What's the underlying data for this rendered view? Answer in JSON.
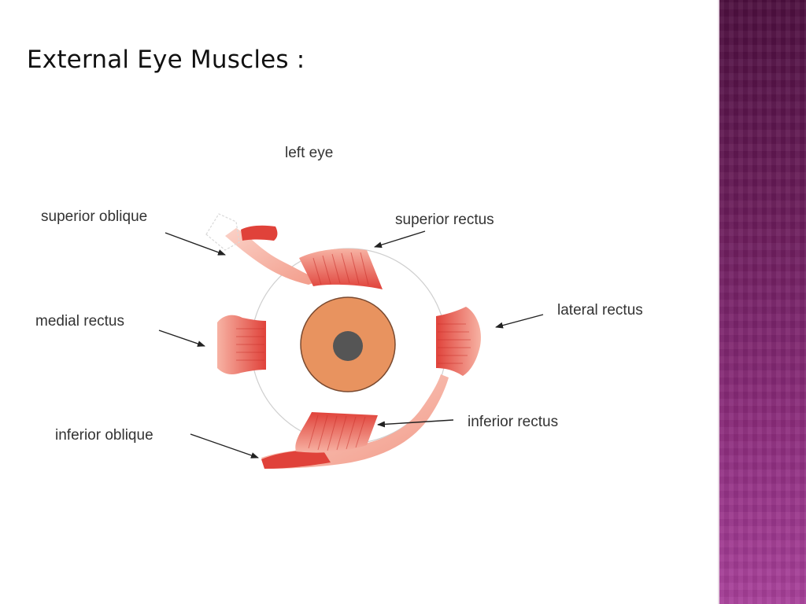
{
  "slide": {
    "title": "External Eye Muscles :"
  },
  "diagram": {
    "caption": "left eye",
    "labels": {
      "superior_oblique": "superior oblique",
      "superior_rectus": "superior rectus",
      "medial_rectus": "medial rectus",
      "lateral_rectus": "lateral rectus",
      "inferior_rectus": "inferior rectus",
      "inferior_oblique": "inferior oblique"
    },
    "colors": {
      "muscle": "#e0423a",
      "muscle_light": "#f6a596",
      "iris": "#e8935f",
      "pupil": "#555555",
      "globe_outline": "#cccccc",
      "band": "#6a1c5a"
    }
  }
}
